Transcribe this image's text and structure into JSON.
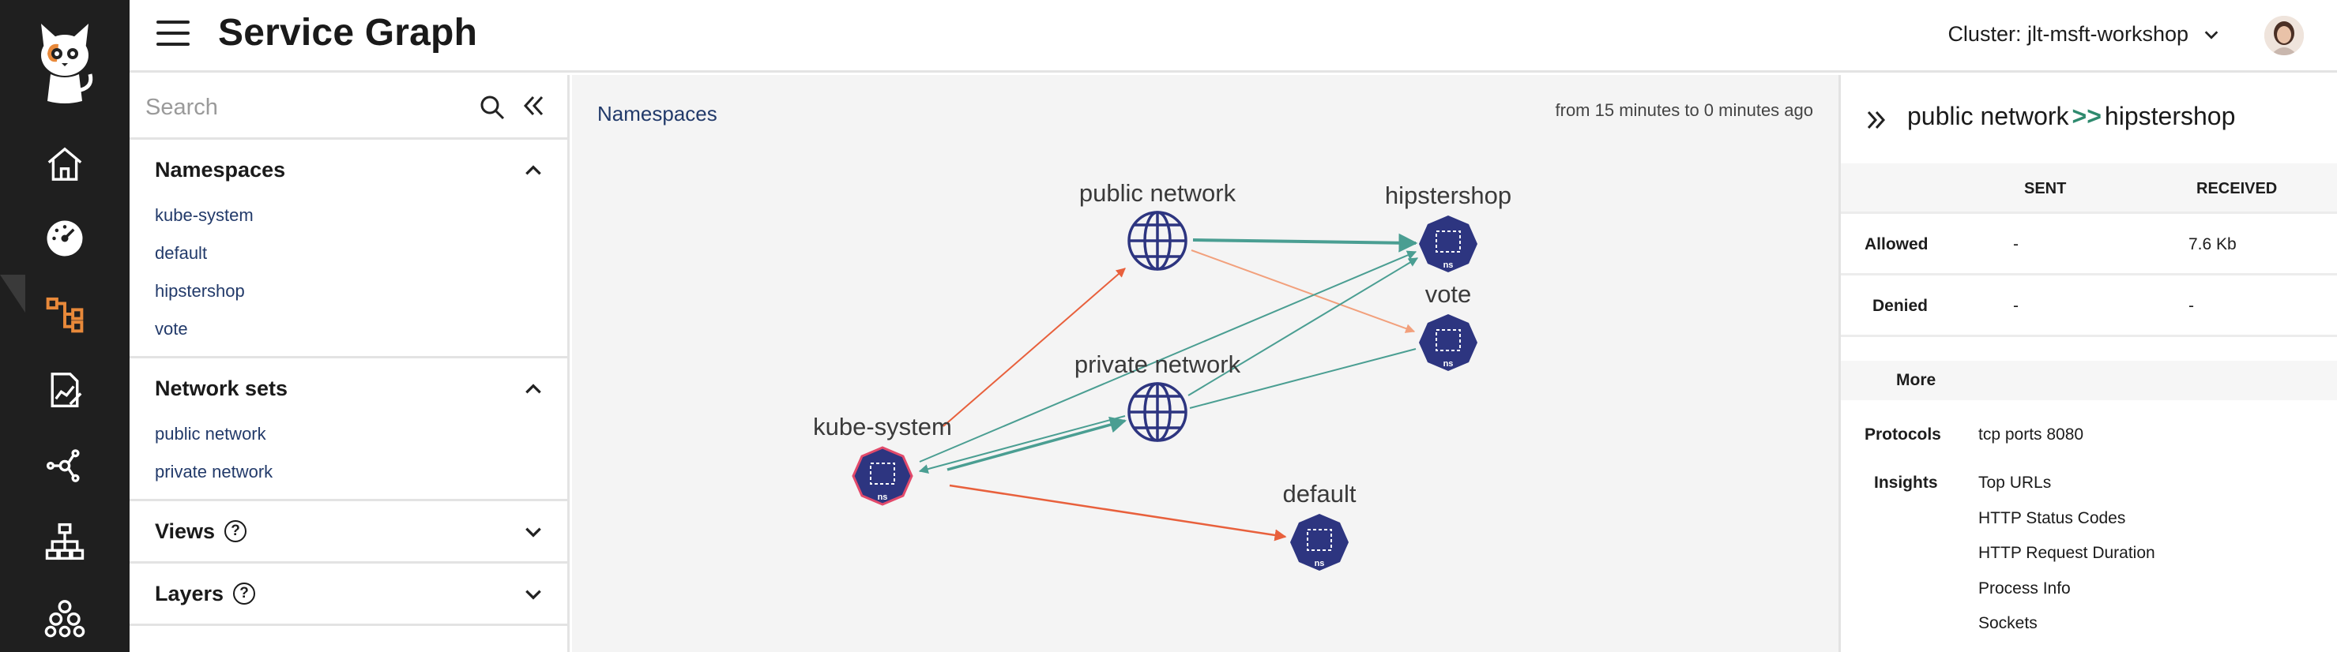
{
  "app": {
    "title": "Service Graph"
  },
  "header": {
    "cluster_label": "Cluster: jlt-msft-workshop"
  },
  "sidebar": {
    "search_placeholder": "Search",
    "sections": {
      "namespaces": {
        "label": "Namespaces",
        "items": [
          "kube-system",
          "default",
          "hipstershop",
          "vote"
        ]
      },
      "network_sets": {
        "label": "Network sets",
        "items": [
          "public network",
          "private network"
        ]
      },
      "views": {
        "label": "Views",
        "help": "?"
      },
      "layers": {
        "label": "Layers",
        "help": "?"
      }
    }
  },
  "canvas": {
    "breadcrumb": "Namespaces",
    "time_range": "from 15 minutes to 0 minutes ago",
    "node_badge": "ns",
    "nodes": {
      "public_network": "public network",
      "private_network": "private network",
      "hipstershop": "hipstershop",
      "vote": "vote",
      "kube_system": "kube-system",
      "default": "default"
    },
    "colors": {
      "teal": "#4a9e92",
      "orange": "#e8603c",
      "peach": "#f2a07c",
      "node": "#2d3580",
      "node_outline": "#e24a6b"
    }
  },
  "panel": {
    "title_from": "public network",
    "title_sep": ">>",
    "title_to": "hipstershop",
    "columns": {
      "sent": "SENT",
      "received": "RECEIVED"
    },
    "rows": {
      "allowed": {
        "label": "Allowed",
        "sent": "-",
        "received": "7.6 Kb"
      },
      "denied": {
        "label": "Denied",
        "sent": "-",
        "received": "-"
      }
    },
    "more_label": "More",
    "protocols_label": "Protocols",
    "protocols_value": "tcp ports 8080",
    "insights_label": "Insights",
    "insights": [
      "Top URLs",
      "HTTP Status Codes",
      "HTTP Request Duration",
      "Process Info",
      "Sockets"
    ]
  }
}
